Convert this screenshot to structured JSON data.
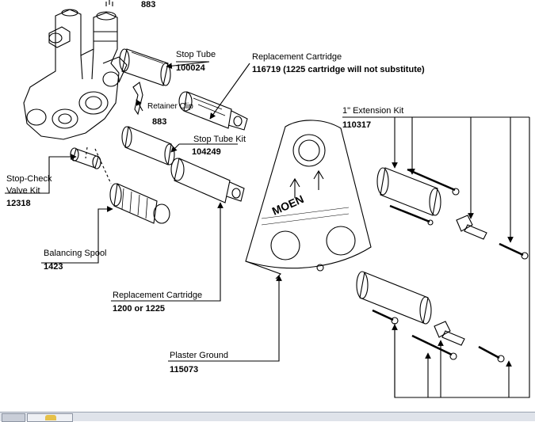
{
  "labels": {
    "part_883_top": "883",
    "stop_tube_name": "Stop Tube",
    "stop_tube_num": "100024",
    "replacement_cartridge_top_name": "Replacement Cartridge",
    "replacement_cartridge_top_num": "116719 (1225 cartridge will not substitute)",
    "retainer_clip_name": "Retainer Clip",
    "retainer_clip_num": "883",
    "stop_tube_kit_name": "Stop Tube Kit",
    "stop_tube_kit_num": "104249",
    "extension_kit_name": "1\" Extension Kit",
    "extension_kit_num": "110317",
    "stop_check_name_line1": "Stop-Check",
    "stop_check_name_line2": "Valve Kit",
    "stop_check_num": "12318",
    "balancing_spool_name": "Balancing Spool",
    "balancing_spool_num": "1423",
    "replacement_cartridge_bottom_name": "Replacement Cartridge",
    "replacement_cartridge_bottom_num": "1200 or 1225",
    "plaster_ground_name": "Plaster Ground",
    "plaster_ground_num": "115073"
  },
  "plate_text": {
    "brand": "MOEN"
  },
  "colors": {
    "line": "#000000",
    "background": "#ffffff",
    "taskbar": "#dfe3ea"
  }
}
